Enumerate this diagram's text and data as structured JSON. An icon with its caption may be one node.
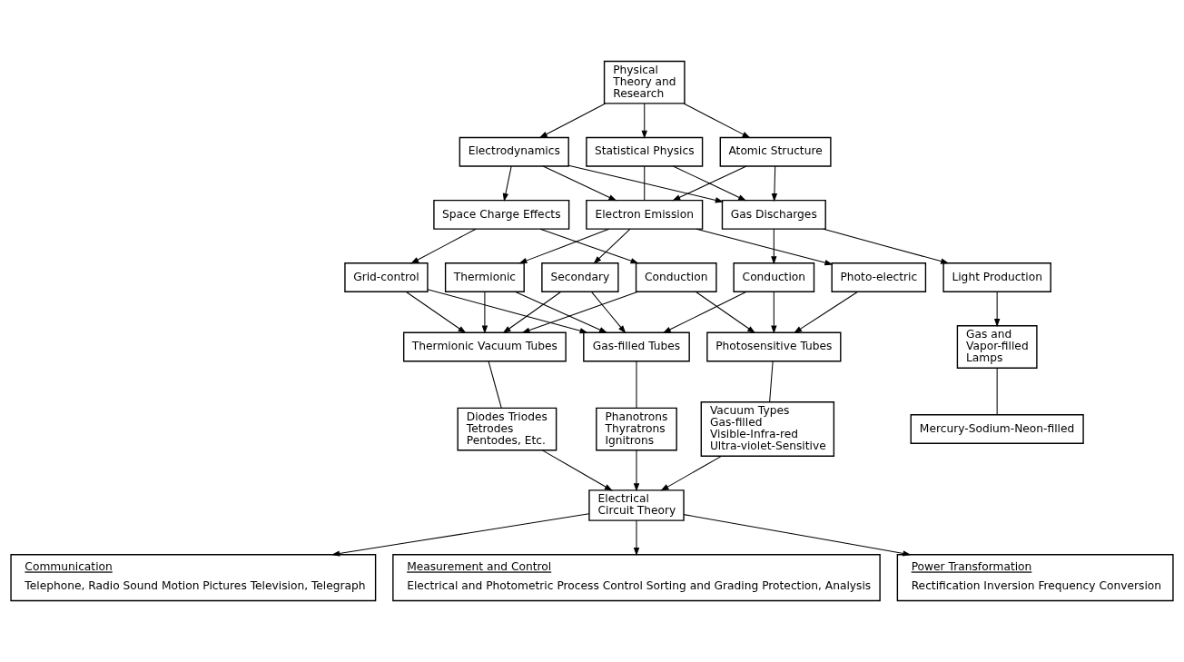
{
  "diagram": {
    "nodes": [
      {
        "text": [
          "Physical Theory and Research"
        ]
      },
      {
        "text": [
          "Electrodynamics"
        ]
      },
      {
        "text": [
          "Atomic Structure"
        ]
      },
      {
        "text": [
          "Statistical Physics"
        ]
      },
      {
        "text": [
          "Space Charge Effects"
        ]
      },
      {
        "text": [
          "Electron Emission"
        ]
      },
      {
        "text": [
          "Gas Discharges"
        ]
      },
      {
        "text": [
          "Conduction"
        ]
      },
      {
        "text": [
          "Grid-control"
        ]
      },
      {
        "text": [
          "Thermionic"
        ]
      },
      {
        "text": [
          "Photo-electric"
        ]
      },
      {
        "text": [
          "Secondary"
        ]
      },
      {
        "text": [
          "Conduction"
        ]
      },
      {
        "text": [
          "Light Production"
        ]
      },
      {
        "text": [
          "Thermionic Vacuum Tubes"
        ]
      },
      {
        "text": [
          "Photosensitive Tubes"
        ]
      },
      {
        "text": [
          "Gas-filled Tubes"
        ]
      },
      {
        "text": [
          "Gas and Vapor-filled Lamps"
        ]
      },
      {
        "text": [
          "Diodes Triodes Tetrodes Pentodes, Etc."
        ]
      },
      {
        "text": [
          "Vacuum Types Gas-filled Visible-Infra-red Ultra-violet-Sensitive"
        ]
      },
      {
        "text": [
          "Phanotrons Thyratrons Ignitrons"
        ]
      },
      {
        "text": [
          "Mercury-Sodium-Neon-filled"
        ]
      },
      {
        "text": [
          "Electrical Circuit Theory"
        ]
      },
      {
        "text": [
          "Communication",
          "Telephone, Radio Sound Motion Pictures Television, Telegraph"
        ]
      },
      {
        "text": [
          "Measurement and Control",
          "Electrical and Photometric Process Control Sorting and Grading Protection, Analysis"
        ]
      },
      {
        "text": [
          "Power Transformation",
          "Rectification Inversion Frequency Conversion"
        ]
      }
    ],
    "edges": [
      {
        "from": 0,
        "to": 1,
        "arrow": "to"
      },
      {
        "from": 0,
        "to": 2,
        "arrow": "to"
      },
      {
        "from": 0,
        "to": 3,
        "arrow": "to"
      },
      {
        "from": 1,
        "to": 4,
        "arrow": "to"
      },
      {
        "from": 1,
        "to": 5,
        "arrow": "to"
      },
      {
        "from": 1,
        "to": 6,
        "arrow": "to"
      },
      {
        "from": 2,
        "to": 5,
        "arrow": "to"
      },
      {
        "from": 2,
        "to": 6,
        "arrow": "to"
      },
      {
        "from": 3,
        "to": 5,
        "arrow": "none"
      },
      {
        "from": 3,
        "to": 6,
        "arrow": "to"
      },
      {
        "from": 4,
        "to": 7,
        "arrow": "to"
      },
      {
        "from": 4,
        "to": 8,
        "arrow": "to"
      },
      {
        "from": 5,
        "to": 9,
        "arrow": "to"
      },
      {
        "from": 5,
        "to": 10,
        "arrow": "to"
      },
      {
        "from": 5,
        "to": 11,
        "arrow": "to"
      },
      {
        "from": 6,
        "to": 12,
        "arrow": "to"
      },
      {
        "from": 6,
        "to": 13,
        "arrow": "to"
      },
      {
        "from": 7,
        "to": 14,
        "arrow": "to"
      },
      {
        "from": 7,
        "to": 15,
        "arrow": "to"
      },
      {
        "from": 8,
        "to": 14,
        "arrow": "to"
      },
      {
        "from": 8,
        "to": 16,
        "arrow": "to"
      },
      {
        "from": 9,
        "to": 14,
        "arrow": "to"
      },
      {
        "from": 9,
        "to": 16,
        "arrow": "to"
      },
      {
        "from": 10,
        "to": 15,
        "arrow": "to"
      },
      {
        "from": 11,
        "to": 14,
        "arrow": "to"
      },
      {
        "from": 11,
        "to": 16,
        "arrow": "to"
      },
      {
        "from": 12,
        "to": 15,
        "arrow": "to"
      },
      {
        "from": 12,
        "to": 16,
        "arrow": "to"
      },
      {
        "from": 13,
        "to": 17,
        "arrow": "to"
      },
      {
        "from": 14,
        "to": 18,
        "arrow": "none"
      },
      {
        "from": 15,
        "to": 19,
        "arrow": "none"
      },
      {
        "from": 16,
        "to": 20,
        "arrow": "none"
      },
      {
        "from": 17,
        "to": 21,
        "arrow": "none"
      },
      {
        "from": 18,
        "to": 22,
        "arrow": "to"
      },
      {
        "from": 19,
        "to": 22,
        "arrow": "to"
      },
      {
        "from": 20,
        "to": 22,
        "arrow": "to"
      },
      {
        "from": 22,
        "to": 23,
        "arrow": "to"
      },
      {
        "from": 22,
        "to": 24,
        "arrow": "to"
      },
      {
        "from": 22,
        "to": 25,
        "arrow": "to"
      }
    ]
  }
}
